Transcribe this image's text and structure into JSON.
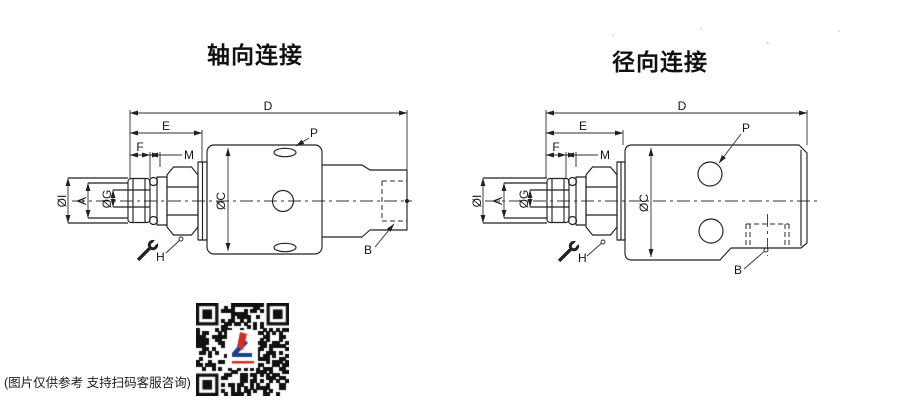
{
  "titles": {
    "left": "轴向连接",
    "right": "径向连接"
  },
  "dims": {
    "D": "D",
    "E": "E",
    "F": "F",
    "M": "M",
    "P": "P",
    "B": "B",
    "H": "H",
    "diaI": "ØI",
    "A": "A",
    "diaG": "ØG",
    "diaC": "ØC"
  },
  "footer": {
    "caption": "(图片仅供参考 支持扫码客服咨询)"
  },
  "colors": {
    "line": "#222222",
    "qr_black": "#111111",
    "qr_red": "#d03023",
    "qr_blue": "#1d3f94"
  }
}
